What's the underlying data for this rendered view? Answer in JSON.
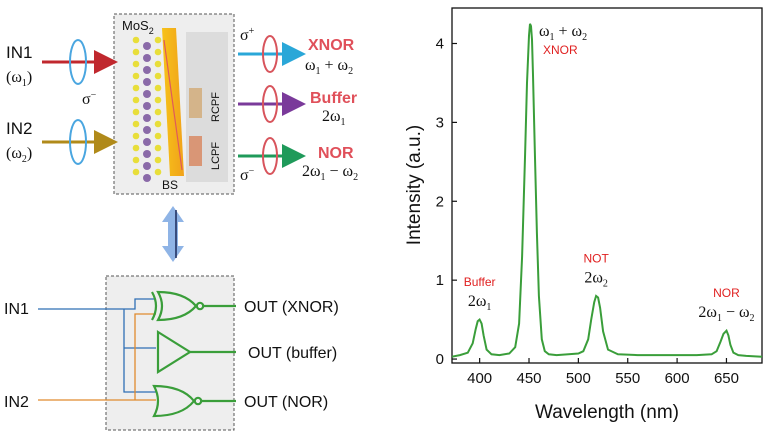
{
  "schematic": {
    "in1": "IN1",
    "in1_freq": "(ω",
    "in1_freq_sub": "1",
    "in2": "IN2",
    "in2_freq": "(ω",
    "in2_freq_sub": "2",
    "sigma_minus_in": "σ",
    "sigma_minus_in_sup": "−",
    "mos2": "MoS",
    "mos2_sub": "2",
    "bs": "BS",
    "rcpf": "RCPF",
    "lcpf": "LCPF",
    "sigma_plus_out": "σ",
    "sigma_plus_out_sup": "+",
    "sigma_minus_out": "σ",
    "sigma_minus_out_sup": "−",
    "out_xnor": "XNOR",
    "out_xnor_eq_a": "ω",
    "out_xnor_eq_a_sub": "1",
    "out_xnor_eq_plus": " + ω",
    "out_xnor_eq_b_sub": "2",
    "out_buffer": "Buffer",
    "out_buffer_eq": "2ω",
    "out_buffer_eq_sub": "1",
    "out_nor": "NOR",
    "out_nor_eq_a": "2ω",
    "out_nor_eq_a_sub": "1",
    "out_nor_eq_minus": " − ω",
    "out_nor_eq_b_sub": "2"
  },
  "logic": {
    "in1": "IN1",
    "in2": "IN2",
    "out1": "OUT (XNOR)",
    "out2": "OUT (buffer)",
    "out3": "OUT (NOR)"
  },
  "colors": {
    "spectrum_line": "#3a9e3a",
    "annotation_red": "#e02020",
    "label_red": "#e0505a",
    "gate_green": "#3a9e3a",
    "wire_blue": "#2f6fb5",
    "wire_orange": "#e08a2e",
    "arrow_blue": "#8fb4e6"
  },
  "chart_data": {
    "type": "line",
    "title": "",
    "xlabel": "Wavelength (nm)",
    "ylabel": "Intensity (a.u.)",
    "xlim": [
      372,
      686
    ],
    "ylim": [
      -0.05,
      4.45
    ],
    "xticks": [
      400,
      450,
      500,
      550,
      600,
      650
    ],
    "yticks": [
      0,
      1,
      2,
      3,
      4
    ],
    "grid": false,
    "series": [
      {
        "x": [
          372,
          380,
          388,
          393,
          396,
          398,
          400,
          402,
          404,
          407,
          412,
          420,
          430,
          436,
          440,
          443,
          446,
          448,
          450,
          451,
          452,
          453,
          454,
          456,
          458,
          460,
          463,
          466,
          470,
          478,
          490,
          500,
          505,
          510,
          513,
          516,
          518,
          520,
          522,
          525,
          530,
          540,
          560,
          580,
          600,
          620,
          635,
          640,
          644,
          647,
          650,
          652,
          654,
          657,
          662,
          670,
          686
        ],
        "y": [
          0.03,
          0.05,
          0.08,
          0.2,
          0.38,
          0.48,
          0.5,
          0.45,
          0.3,
          0.12,
          0.06,
          0.05,
          0.07,
          0.15,
          0.45,
          1.3,
          2.6,
          3.5,
          4.1,
          4.25,
          4.22,
          4.05,
          3.6,
          2.6,
          1.6,
          0.8,
          0.25,
          0.1,
          0.06,
          0.05,
          0.06,
          0.07,
          0.1,
          0.25,
          0.5,
          0.72,
          0.8,
          0.78,
          0.65,
          0.35,
          0.12,
          0.06,
          0.05,
          0.05,
          0.05,
          0.05,
          0.06,
          0.1,
          0.22,
          0.32,
          0.36,
          0.3,
          0.18,
          0.08,
          0.05,
          0.04,
          0.03
        ]
      }
    ],
    "annotations": [
      {
        "x": 400,
        "y": 0.52,
        "tag": "Buffer",
        "eq": "2ω",
        "eq_sub": "1"
      },
      {
        "x": 452,
        "y": 4.25,
        "tag": "XNOR",
        "eq": "ω",
        "eq_sub": "1",
        "eq_rest": " + ω",
        "eq_sub2": "2"
      },
      {
        "x": 518,
        "y": 0.82,
        "tag": "NOT",
        "eq": "2ω",
        "eq_sub": "2"
      },
      {
        "x": 650,
        "y": 0.38,
        "tag": "NOR",
        "eq": "2ω",
        "eq_sub": "1",
        "eq_rest": " − ω",
        "eq_sub2": "2"
      }
    ]
  }
}
